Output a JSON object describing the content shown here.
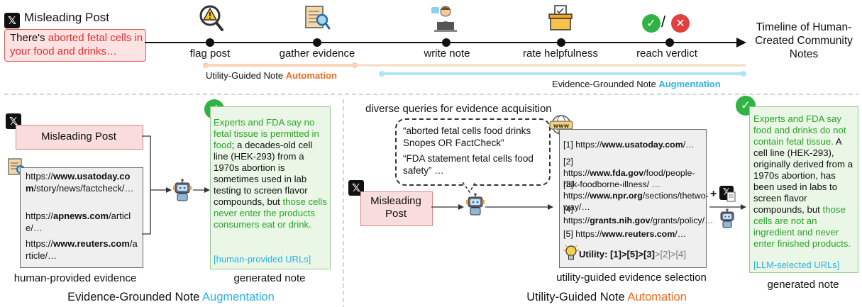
{
  "top": {
    "misleading_title": "Misleading Post",
    "post_text_1": "There's ",
    "post_text_red": "aborted fetal cells in your food and drinks…",
    "stages": [
      "flag post",
      "gather evidence",
      "write note",
      "rate helpfulness",
      "reach verdict"
    ],
    "timeline_title": "Timeline of Human-Created Community Notes",
    "utility_range_prefix": "Utility-Guided Note ",
    "utility_range_word": "Automation",
    "evidence_range_prefix": "Evidence-Grounded Note ",
    "evidence_range_word": "Augmentation",
    "verdict_sep": "/"
  },
  "left": {
    "misleading_post": "Misleading Post",
    "urls": [
      {
        "pre": "https://",
        "bold": "www.usatoday.com",
        "post": "/story/news/factcheck/…"
      },
      {
        "pre": "https://",
        "bold": "apnews.com",
        "post": "/article/…"
      },
      {
        "pre": "https://",
        "bold": "www.reuters.com",
        "post": "/article/…"
      }
    ],
    "evidence_caption": "human-provided evidence",
    "note_green": "Experts and FDA say no fetal tissue is permitted in food",
    "note_body": "; a decades-old cell line (HEK-293) from a 1970s abortion is sometimes used in lab testing to screen flavor compounds, but ",
    "note_green_2": "those cells never enter the products consumers eat or drink.",
    "note_tag": "[human-provided URLs]",
    "note_caption": "generated note",
    "section_prefix": "Evidence-Grounded Note ",
    "section_word": "Augmentation"
  },
  "right": {
    "queries_title": "diverse queries for evidence acquisition",
    "query_1": "“aborted fetal cells food drinks Snopes OR FactCheck”",
    "query_2": "“FDA statement fetal cells food safety” …",
    "misleading_post": "Misleading Post",
    "urls": [
      {
        "idx": "[1]",
        "pre": " https://",
        "bold": "www.usatoday.com",
        "post": "/…"
      },
      {
        "idx": "[2]",
        "pre": " https://",
        "bold": "www.fda.gov",
        "post": "/food/people-risk-foodborne-illness/ …"
      },
      {
        "idx": "[3]",
        "pre": " https://",
        "bold": "www.npr.org",
        "post": "/sections/thetwo-way/…"
      },
      {
        "idx": "[4]",
        "pre": " https://",
        "bold": "grants.nih.gov",
        "post": "/grants/policy/…"
      },
      {
        "idx": "[5]",
        "pre": " https://",
        "bold": "www.reuters.com",
        "post": "/…"
      }
    ],
    "utility_label": "Utility: [1]>[5]>[3]",
    "utility_gray": ">[2]>[4]",
    "selection_caption": "utility-guided evidence selection",
    "plus": "+",
    "www": "www",
    "note_green": "Experts and FDA say food and drinks do not contain fetal tissue.",
    "note_body": " A cell line (HEK-293), originally derived from a 1970s abortion, has been used in labs to screen flavor compounds, but ",
    "note_green_2": "those cells are not an ingredient and never enter finished products.",
    "note_tag": "[LLM-selected URLs]",
    "note_caption": "generated note",
    "section_prefix": "Utility-Guided Note ",
    "section_word": "Automation"
  },
  "colors": {
    "accent_blue": "#2ab3e6",
    "accent_orange": "#f06a1d",
    "green": "#2aa52a",
    "red": "#e04040"
  }
}
